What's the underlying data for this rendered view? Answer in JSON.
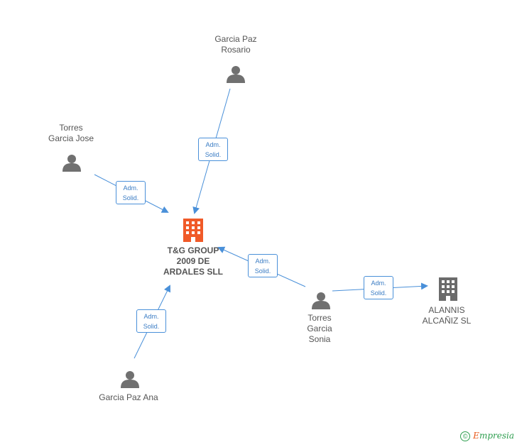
{
  "nodes": {
    "garcia_paz_rosario": [
      "Garcia Paz",
      "Rosario"
    ],
    "torres_garcia_jose": [
      "Torres",
      "Garcia Jose"
    ],
    "tg_group": [
      "T&G GROUP",
      "2009 DE",
      "ARDALES SLL"
    ],
    "torres_garcia_sonia": [
      "Torres",
      "Garcia",
      "Sonia"
    ],
    "alannis": [
      "ALANNIS",
      "ALCAÑIZ SL"
    ],
    "garcia_paz_ana": [
      "Garcia Paz Ana"
    ]
  },
  "edge_label": [
    "Adm.",
    "Solid."
  ],
  "colors": {
    "edge": "#4a90d9",
    "person_icon": "#707070",
    "main_company_icon": "#f05a28",
    "company_icon": "#6b6b6b"
  },
  "footer": {
    "copyright_symbol": "©",
    "brand_initial": "E",
    "brand_rest": "mpresia"
  }
}
